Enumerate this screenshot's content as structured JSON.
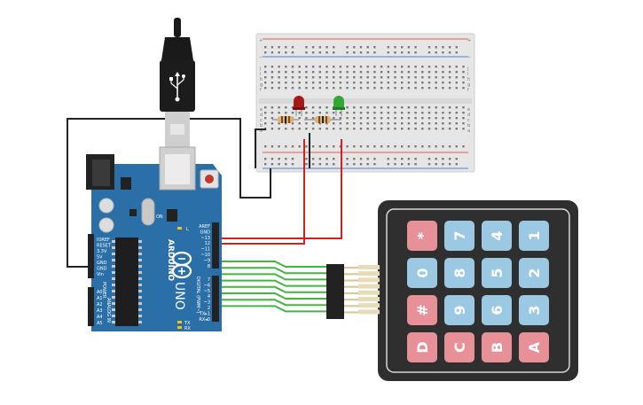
{
  "colors": {
    "arduino_board": "#2a6fa8",
    "breadboard": "#e6e6e6",
    "keypad_body": "#2f2f2f",
    "key_blue": "#9bc9e4",
    "key_red": "#e89098",
    "wire_red": "#cc2222",
    "wire_green": "#41b53f",
    "wire_black": "#222222",
    "led_red": "#a61919",
    "led_green": "#34a636"
  },
  "arduino": {
    "model_label": "UNO",
    "brand_label": "ARDUINO",
    "header_top_labels": [
      "AREF",
      "GND",
      "~13",
      "12",
      "~11",
      "~10",
      "~9",
      "8"
    ],
    "header_bottom_labels": [
      "7",
      "~6",
      "~5",
      "4",
      "~3",
      "2",
      "TX▸1",
      "RX◂0"
    ],
    "digital_label": "DIGITAL (PWM~)",
    "power_labels": [
      "IOREF",
      "RESET",
      "3.3V",
      "5V",
      "GND",
      "GND",
      "Vin"
    ],
    "power_label": "POWER",
    "analog_labels": [
      "A0",
      "A1",
      "A2",
      "A3",
      "A4",
      "A5"
    ],
    "analog_label": "ANALOG IN",
    "tx_label": "TX",
    "rx_label": "RX",
    "l_label": "L",
    "on_label": "ON"
  },
  "keypad": {
    "rows": [
      [
        {
          "label": "*",
          "color": "red"
        },
        {
          "label": "7",
          "color": "blue"
        },
        {
          "label": "4",
          "color": "blue"
        },
        {
          "label": "1",
          "color": "blue"
        }
      ],
      [
        {
          "label": "0",
          "color": "blue"
        },
        {
          "label": "8",
          "color": "blue"
        },
        {
          "label": "5",
          "color": "blue"
        },
        {
          "label": "2",
          "color": "blue"
        }
      ],
      [
        {
          "label": "#",
          "color": "red"
        },
        {
          "label": "9",
          "color": "blue"
        },
        {
          "label": "6",
          "color": "blue"
        },
        {
          "label": "3",
          "color": "blue"
        }
      ],
      [
        {
          "label": "D",
          "color": "red"
        },
        {
          "label": "C",
          "color": "red"
        },
        {
          "label": "B",
          "color": "red"
        },
        {
          "label": "A",
          "color": "red"
        }
      ]
    ]
  },
  "breadboard": {
    "row_letters": [
      "j",
      "i",
      "h",
      "g",
      "f",
      "e",
      "d",
      "c",
      "b",
      "a"
    ],
    "rail_plus": "+",
    "rail_minus": "−"
  }
}
